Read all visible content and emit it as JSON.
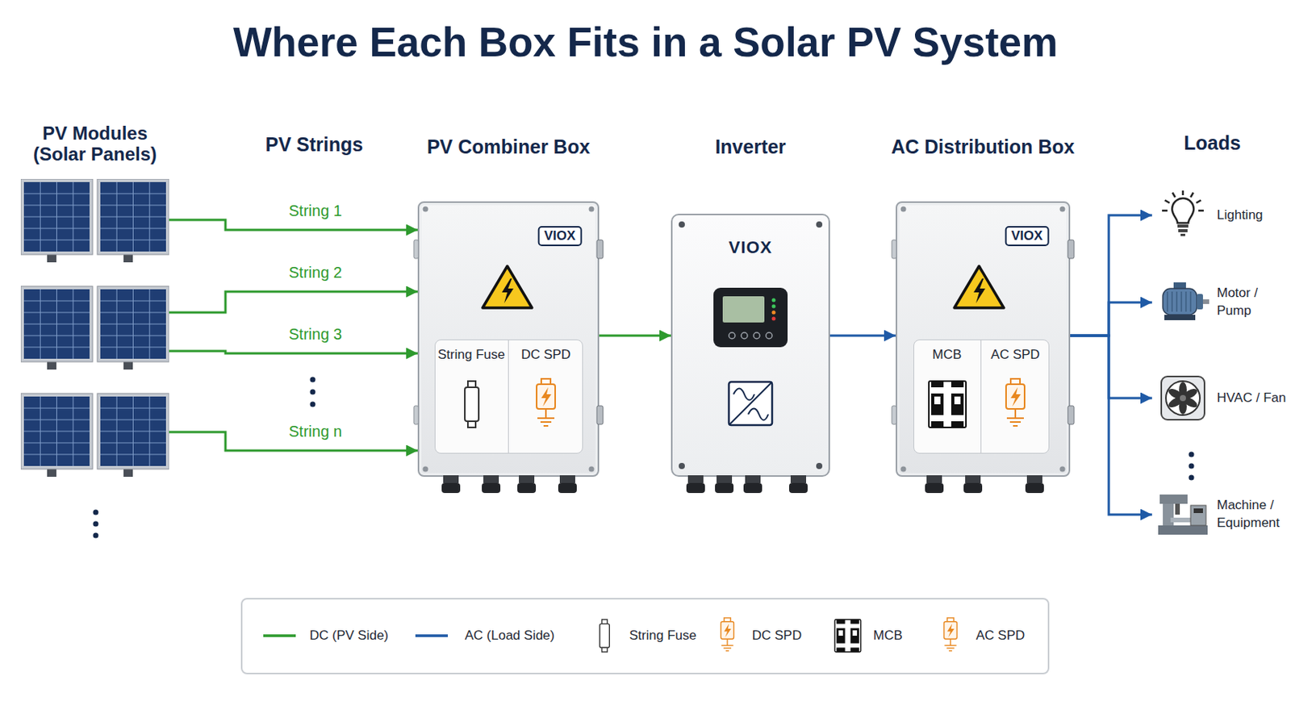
{
  "diagram": {
    "title": "Where Each Box Fits in a Solar PV System",
    "nodes": [
      {
        "text": [
          "PV Modules (Solar Panels)"
        ]
      },
      {
        "text": [
          "PV Combiner Box",
          "VIOX"
        ]
      },
      {
        "text": [
          "String Fuse"
        ],
        "in": 1
      },
      {
        "text": [
          "DC SPD"
        ],
        "in": 1
      },
      {
        "text": [
          "Inverter",
          "VIOX"
        ]
      },
      {
        "text": [
          "AC Distribution Box",
          "VIOX"
        ]
      },
      {
        "text": [
          "MCB"
        ],
        "in": 5
      },
      {
        "text": [
          "AC SPD"
        ],
        "in": 5
      },
      {
        "text": [
          "Lighting"
        ]
      },
      {
        "text": [
          "Motor / Pump"
        ]
      },
      {
        "text": [
          "HVAC / Fan"
        ]
      },
      {
        "text": [
          "Machine / Equipment"
        ]
      }
    ],
    "edges": [
      {
        "from": 0,
        "to": 1,
        "arrow": "to",
        "label": "String 1"
      },
      {
        "from": 0,
        "to": 1,
        "arrow": "to",
        "label": "String 2"
      },
      {
        "from": 0,
        "to": 1,
        "arrow": "to",
        "label": "String 3"
      },
      {
        "from": 0,
        "to": 1,
        "arrow": "to",
        "label": "String n"
      },
      {
        "from": 1,
        "to": 4,
        "arrow": "to"
      },
      {
        "from": 4,
        "to": 5,
        "arrow": "to"
      },
      {
        "from": 5,
        "to": 8,
        "arrow": "to"
      },
      {
        "from": 5,
        "to": 9,
        "arrow": "to"
      },
      {
        "from": 5,
        "to": 10,
        "arrow": "to"
      },
      {
        "from": 5,
        "to": 11,
        "arrow": "to"
      }
    ],
    "labels": [
      "PV Strings",
      "Loads"
    ],
    "legend": [
      {
        "text": "DC (PV Side)"
      },
      {
        "text": "AC (Load Side)"
      },
      {
        "text": "String Fuse"
      },
      {
        "text": "DC SPD"
      },
      {
        "text": "MCB"
      },
      {
        "text": "AC SPD"
      }
    ]
  }
}
